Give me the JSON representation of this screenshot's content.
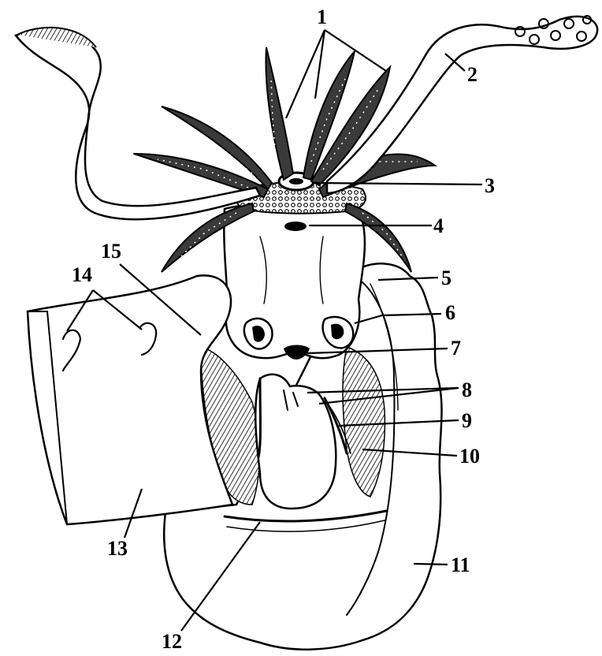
{
  "figure": {
    "labels": [
      "1",
      "2",
      "3",
      "4",
      "5",
      "6",
      "7",
      "8",
      "9",
      "10",
      "11",
      "12",
      "13",
      "14",
      "15"
    ]
  },
  "colors": {
    "ink": "#000000",
    "background": "#ffffff",
    "shading": "#3a3a3a"
  }
}
